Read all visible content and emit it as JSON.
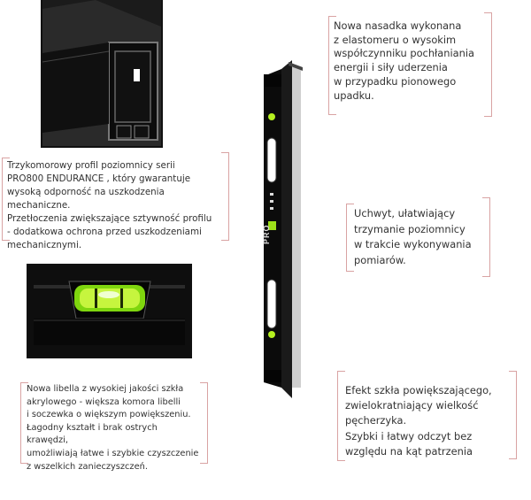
{
  "annotations": {
    "end_cap": "Nowa nasadka wykonana\nz elastomeru o wysokim\nwspółczynniku pochłaniania\nenergii i siły uderzenia\nw przypadku pionowego\nupadku.",
    "profile": "Trzykomorowy profil poziomnicy serii\nPRO800 ENDURANCE , który gwarantuje\nwysoką odporność na uszkodzenia mechaniczne.\nPrzetłoczenia zwiększające sztywność profilu\n- dodatkowa ochrona przed uszkodzeniami\nmechanicznymi.",
    "handle": "Uchwyt, ułatwiający\ntrzymanie poziomnicy\nw trakcie wykonywania\npomiarów.",
    "vial": "Nowa libella z wysokiej jakości szkła\nakrylowego - większa komora libelli\ni soczewka o większym powiększeniu.\nŁagodny kształt i brak ostrych krawędzi,\numożliwiają łatwe i szybkie czyszczenie\nz wszelkich zanieczyszczeń.",
    "magnifier": "Efekt szkła powiększającego,\nzwielokratniający wielkość\npęcherzyka.\nSzybki i łatwy odczyt bez\nwzględu na kąt patrzenia"
  },
  "product": {
    "brand": "PRO"
  },
  "colors": {
    "bracket": "#d9a3a3",
    "vial_green": "#9ef01a",
    "metal": "#0b0b0b"
  }
}
